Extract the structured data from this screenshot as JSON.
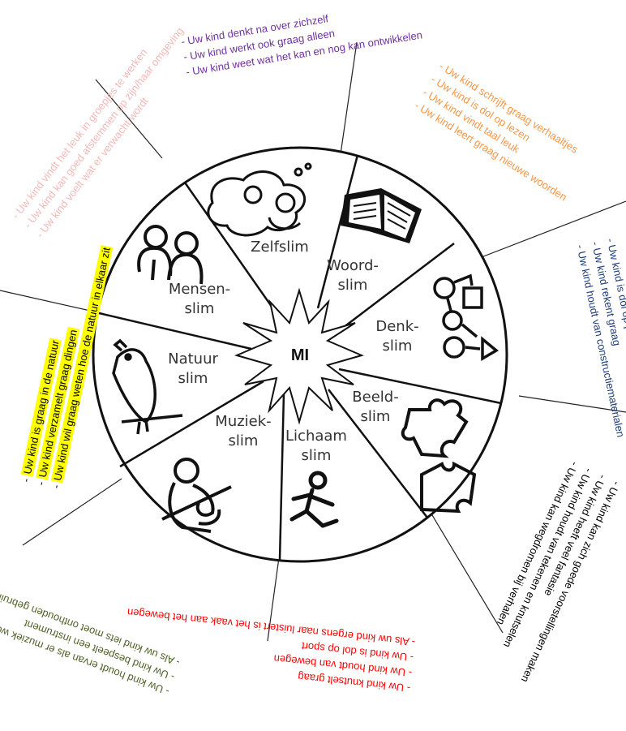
{
  "wheel": {
    "center": "MI",
    "segments": [
      {
        "name": "zelf",
        "lines": [
          "Zelfslim"
        ]
      },
      {
        "name": "woord",
        "lines": [
          "Woord-",
          "slim"
        ]
      },
      {
        "name": "denk",
        "lines": [
          "Denk-",
          "slim"
        ]
      },
      {
        "name": "beeld",
        "lines": [
          "Beeld-",
          "slim"
        ]
      },
      {
        "name": "lichaam",
        "lines": [
          "Lichaam",
          "slim"
        ]
      },
      {
        "name": "muziek",
        "lines": [
          "Muziek-",
          "slim"
        ]
      },
      {
        "name": "natuur",
        "lines": [
          "Natuur",
          "slim"
        ]
      },
      {
        "name": "mensen",
        "lines": [
          "Mensen-",
          "slim"
        ]
      }
    ]
  },
  "notes": {
    "zelfslim": {
      "color": "#7030a0",
      "items": [
        "Uw kind denkt na over zichzelf",
        "Uw kind werkt ook graag alleen",
        "Uw kind weet wat het kan en nog kan ontwikkelen"
      ]
    },
    "woordslim": {
      "color": "#f79646",
      "items": [
        "Uw kind schrijft graag verhaaltjes",
        "Uw kind is dol op lezen",
        "Uw kind vindt taal leuk",
        "Uw kind leert graag nieuwe woorden"
      ]
    },
    "denkslim": {
      "color": "#1f3e78",
      "items": [
        "Uw kind is dol op puzzels",
        "Uw kind rekent graag",
        "Uw kind houdt van constructiematerialen"
      ]
    },
    "beeldslim": {
      "color": "#000000",
      "items": [
        "Uw kind kan zich goede voorstellingen maken",
        "Uw kind heeft veel fantasie",
        "Uw kind houdt van tekenen en knutselen",
        "Uw kind kan wegdromen bij verhalen"
      ]
    },
    "lichaamslim": {
      "color": "#ff0000",
      "items": [
        "Uw kind knutselt graag",
        "Uw kind houdt van bewegen",
        "Uw kind is dol op sport",
        "Als uw kind ergens naar luistert is het vaak aan het bewegen"
      ]
    },
    "muziekslim": {
      "color": "#4f6228",
      "items": [
        "Uw kind houdt ervan als er muziek wordt gemaakt",
        "Uw kind bespeelt een instrument",
        "Als uw kind iets moet onthouden gebruikt het vaak een ezelsbruggetje"
      ]
    },
    "natuurslim": {
      "color": "#000000",
      "items": [
        "Uw kind is graag in de natuur",
        "Uw kind verzamelt graag dingen",
        "Uw kind wil graag weten hoe de natuur in elkaar zit"
      ]
    },
    "mensenslim": {
      "color": "#f4b8b8",
      "items": [
        "Uw kind vindt het leuk in groepjes te werken",
        "Uw kind kan goed afstemmen op zijn/haar omgeving",
        "Uw kind voelt wat er verwacht wordt"
      ]
    }
  }
}
